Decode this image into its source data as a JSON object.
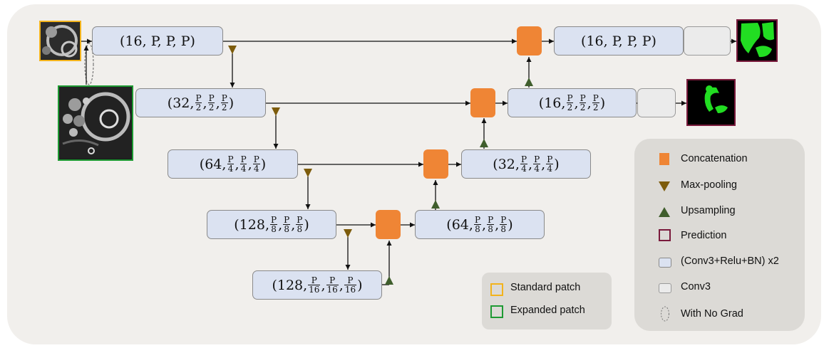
{
  "blocks": {
    "enc1": {
      "prefix": "(16, P, P, P)"
    },
    "enc2": {
      "prefix": "(32, ",
      "num": "P",
      "den": "2"
    },
    "enc3": {
      "prefix": "(64, ",
      "num": "P",
      "den": "4"
    },
    "enc4": {
      "prefix": "(128, ",
      "num": "P",
      "den": "8"
    },
    "bottleneck": {
      "prefix": "(128, ",
      "num": "P",
      "den": "16"
    },
    "dec4": {
      "prefix": "(64, ",
      "num": "P",
      "den": "8"
    },
    "dec3": {
      "prefix": "(32, ",
      "num": "P",
      "den": "4"
    },
    "dec2": {
      "prefix": "(16, ",
      "num": "P",
      "den": "2"
    },
    "dec1": {
      "prefix": "(16, P, P, P)"
    }
  },
  "legend_main": {
    "concatenation": "Concatenation",
    "maxpooling": "Max-pooling",
    "upsampling": "Upsampling",
    "prediction": "Prediction",
    "convblock": "(Conv3+Relu+BN) x2",
    "conv3": "Conv3",
    "nograd": "With No Grad"
  },
  "legend_patch": {
    "standard": "Standard patch",
    "expanded": "Expanded patch"
  },
  "colors": {
    "block_fill": "#dbe2f1",
    "concat": "#ef8535",
    "maxpool": "#7d5c0c",
    "upsample": "#3f5e2c",
    "prediction_border": "#7a1a3c",
    "standard_border": "#f2b31c",
    "expanded_border": "#1e9a33",
    "segmentation": "#22dd22"
  }
}
